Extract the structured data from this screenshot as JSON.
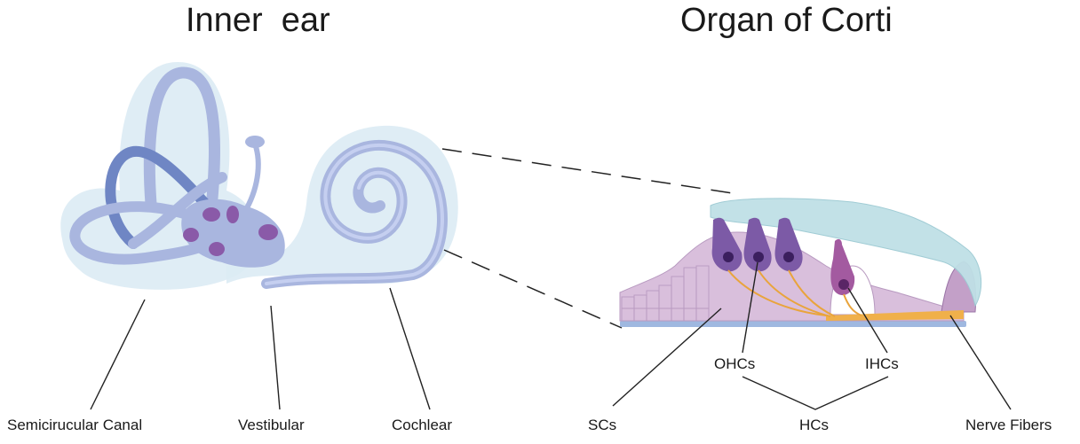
{
  "titles": {
    "inner_ear": "Inner  ear",
    "organ_of_corti": "Organ of Corti"
  },
  "labels": {
    "semicircular_canal": "Semicirucular Canal",
    "vestibular": "Vestibular",
    "cochlear": "Cochlear",
    "scs": "SCs",
    "ohcs": "OHCs",
    "ihcs": "IHCs",
    "hcs": "HCs",
    "nerve_fibers": "Nerve Fibers"
  },
  "colors": {
    "canal_fill": "#a9b6df",
    "canal_dark": "#6f86c4",
    "halo": "#dcebf4",
    "purple": "#7a4f9c",
    "cell_fill": "#d9bfdc",
    "hair_cell": "#7c5aa6",
    "tectorial": "#bfe0e6",
    "nerve": "#f0b04a",
    "basilar": "#9fb8e0"
  }
}
